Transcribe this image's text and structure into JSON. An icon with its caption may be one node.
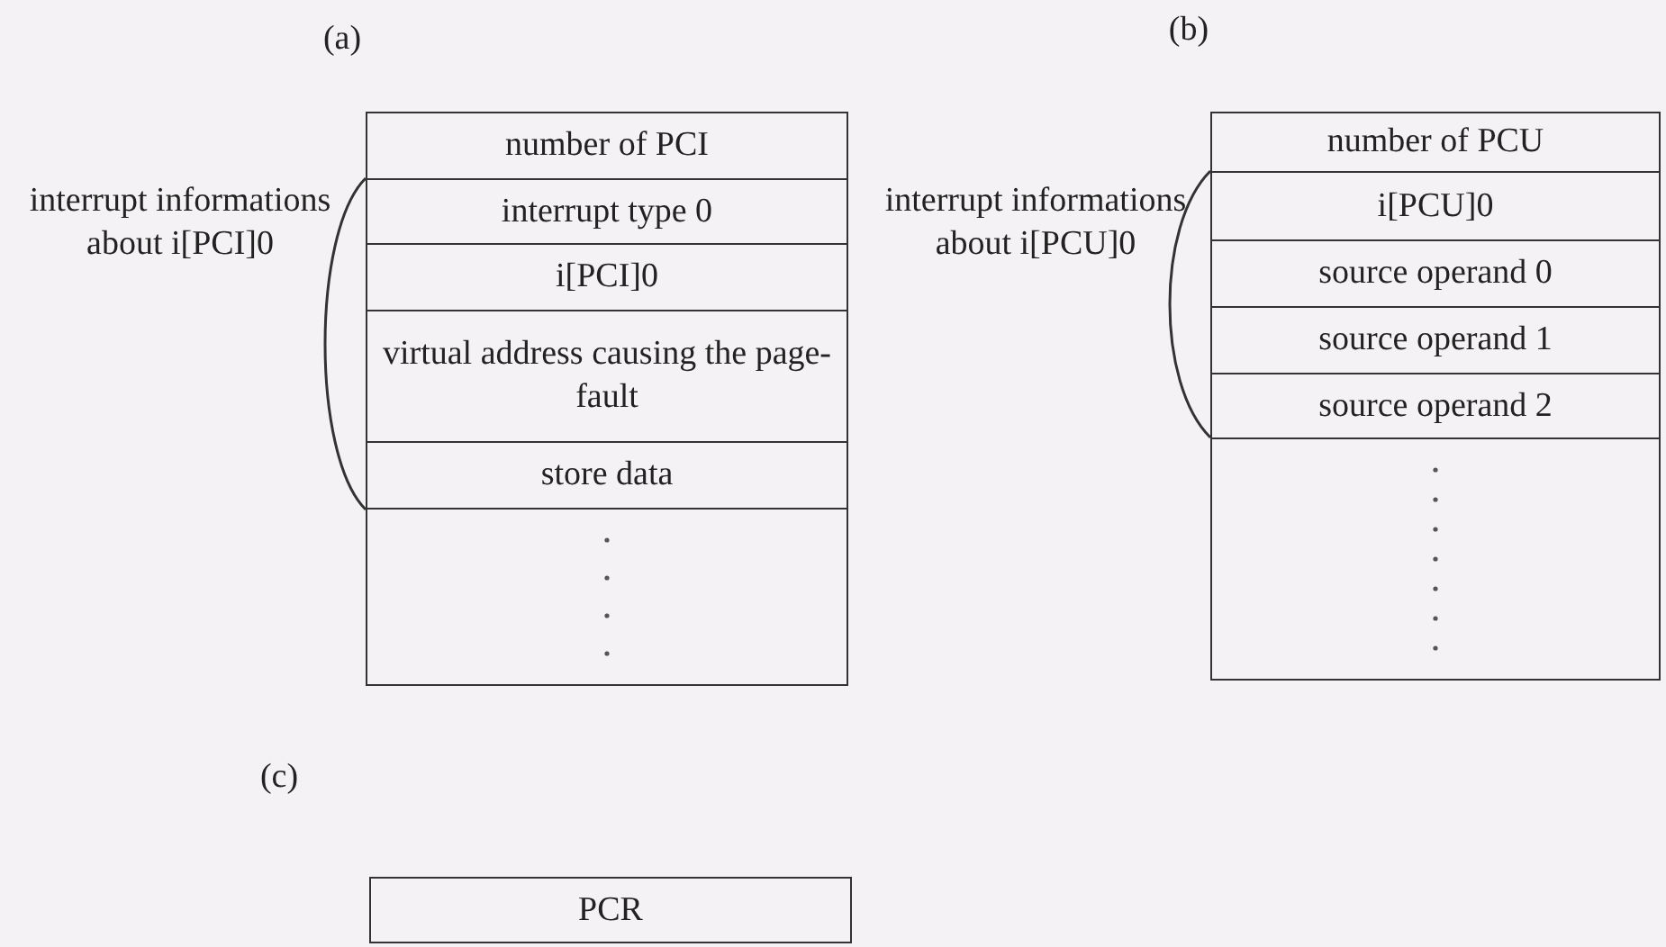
{
  "diagram": {
    "nodes": [
      {
        "text": [
          "number of PCI"
        ]
      },
      {
        "text": [
          "interrupt type 0"
        ]
      },
      {
        "text": [
          "i[PCI]0"
        ]
      },
      {
        "text": [
          "virtual address causing the page-fault"
        ]
      },
      {
        "text": [
          "store data"
        ]
      },
      {
        "text": [],
        "shape": "box"
      },
      {
        "text": [
          "number of PCU"
        ]
      },
      {
        "text": [
          "i[PCU]0"
        ]
      },
      {
        "text": [
          "source operand 0"
        ]
      },
      {
        "text": [
          "source operand 1"
        ]
      },
      {
        "text": [
          "source operand 2"
        ]
      },
      {
        "text": [],
        "shape": "box"
      },
      {
        "text": [
          "PCR"
        ]
      }
    ],
    "edges": [],
    "labels": [
      "(a)",
      "interrupt informations about i[PCI]0",
      "(b)",
      "interrupt informations about i[PCU]0",
      "(c)"
    ]
  }
}
